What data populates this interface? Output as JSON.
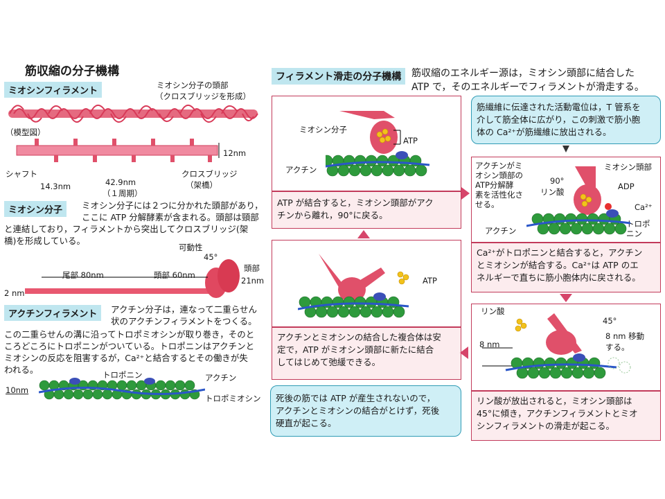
{
  "left": {
    "title": "筋収縮の分子機構",
    "sec1": {
      "tag": "ミオシンフィラメント",
      "head_label_1": "ミオシン分子の頭部",
      "head_label_2": "（クロスブリッジを形成）",
      "model_label": "（模型図）",
      "dim_12nm": "12nm",
      "shaft": "シャフト",
      "dim_14": "14.3nm",
      "dim_42": "42.9nm",
      "period": "（１周期）",
      "crossbridge": "クロスブリッジ",
      "crossbridge2": "（架橋）"
    },
    "sec2": {
      "tag": "ミオシン分子",
      "text_1": "ミオシン分子には２つに分かれた頭部があり，",
      "text_2": "ここに ATP 分解酵素が含まれる。頭部は頸部",
      "text_3": "と連結しており，フィラメントから突出してクロスブリッジ(架",
      "text_4": "橋)を形成している。",
      "mobility": "可動性",
      "angle": "45°",
      "tail": "尾部 80nm",
      "head": "頭部 60nm",
      "head_lbl": "頭部",
      "head_dim": "21nm",
      "dim_2nm": "2 nm"
    },
    "sec3": {
      "tag": "アクチンフィラメント",
      "text_1": "アクチン分子は，連なって二重らせん",
      "text_2": "状のアクチンフィラメントをつくる。",
      "text_3": "この二重らせんの溝に沿ってトロポミオシンが取り巻き，そのと",
      "text_4": "ころどころにトロポニンがついている。トロポニンはアクチンと",
      "text_5": "ミオシンの反応を阻害するが，Ca²⁺と結合するとその働きが失",
      "text_6": "われる。",
      "troponin": "トロポニン",
      "actin": "アクチン",
      "tropomyosin": "トロポミオシン",
      "scale": "10nm"
    }
  },
  "right": {
    "title_tag": "フィラメント滑走の分子機構",
    "intro_1": "筋収縮のエネルギー源は，ミオシン頭部に結合した",
    "intro_2": "ATP で，そのエネルギーでフィラメントが滑走する。",
    "box_tl": {
      "myosin": "ミオシン分子",
      "atp": "ATP",
      "actin": "アクチン",
      "caption_1": "ATP が結合すると，ミオシン頭部がアク",
      "caption_2": "チンから離れ，90°に戻る。"
    },
    "box_ml": {
      "atp": "ATP",
      "caption_1": "アクチンとミオシンの結合した複合体は安",
      "caption_2": "定で，ATP がミオシン頭部に新たに結合",
      "caption_3": "してはじめて弛緩できる。"
    },
    "note_bl": {
      "text_1": "死後の筋では ATP が産生されないので，",
      "text_2": "アクチンとミオシンの結合がとけず，死後",
      "text_3": "硬直が起こる。"
    },
    "note_tr": {
      "text_1": "筋繊維に伝達された活動電位は，T 管系を",
      "text_2": "介して筋全体に広がり，この刺激で筋小胞",
      "text_3": "体の Ca²⁺が筋繊維に放出される。"
    },
    "box_mr": {
      "desc_1": "アクチンがミ",
      "desc_2": "オシン頭部の",
      "desc_3": "ATP分解酵",
      "desc_4": "素を活性化さ",
      "desc_5": "せる。",
      "angle": "90°",
      "myosin_head": "ミオシン頭部",
      "phosphate": "リン酸",
      "adp": "ADP",
      "ca": "Ca²⁺",
      "actin": "アクチン",
      "troponin_1": "トロポ",
      "troponin_2": "ニン",
      "caption_1": "Ca²⁺がトロポニンと結合すると，アクチン",
      "caption_2": "とミオシンが結合する。Ca²⁺は ATP のエ",
      "caption_3": "ネルギーで直ちに筋小胞体内に戻される。"
    },
    "box_br": {
      "phosphate": "リン酸",
      "angle": "45°",
      "move_1": "8 nm 移動",
      "move_2": "する。",
      "dim": "8 nm",
      "caption_1": "リン酸が放出されると，ミオシン頭部は",
      "caption_2": "45°に傾き，アクチンフィラメントとミオ",
      "caption_3": "シンフィラメントの滑走が起こる。"
    }
  },
  "colors": {
    "myosin": "#e0506a",
    "actin": "#2e9a3c",
    "tropomyosin": "#2a56c8",
    "troponin": "#3b4fb8",
    "atp": "#f2c21b",
    "frame": "#c23a5a",
    "note": "#cfeff6"
  }
}
